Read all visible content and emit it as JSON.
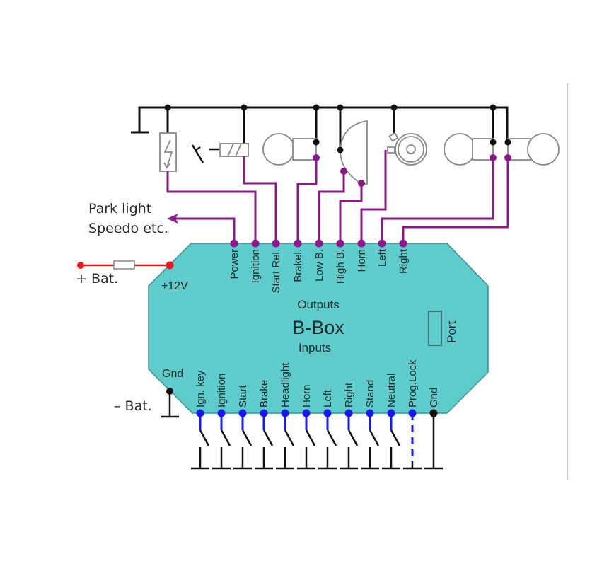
{
  "diagram": {
    "box_title": "B-Box",
    "outputs_label": "Outputs",
    "inputs_label": "Inputs",
    "port_label": "Port",
    "power_in_label": "+12V",
    "gnd_left_label": "Gnd",
    "bat_plus_label": "+ Bat.",
    "bat_minus_label": "– Bat.",
    "park_light_label_1": "Park light",
    "park_light_label_2": "Speedo etc.",
    "outputs": [
      "Power",
      "Ignition",
      "Start Rel.",
      "Brakel.",
      "Low B.",
      "High B.",
      "Horn",
      "Left",
      "Right"
    ],
    "inputs": [
      "Ign. key",
      "Ignition",
      "Start",
      "Brake",
      "Headlight",
      "Horn",
      "Left",
      "Right",
      "Stand",
      "Neutral",
      "Prog.Lock",
      "Gnd"
    ],
    "colors": {
      "box_fill": "#5ecccc",
      "output_wire": "#8a1a8a",
      "input_wire": "#1a1aee",
      "battery_wire": "#ee1a1a",
      "ground": "#111111"
    }
  }
}
